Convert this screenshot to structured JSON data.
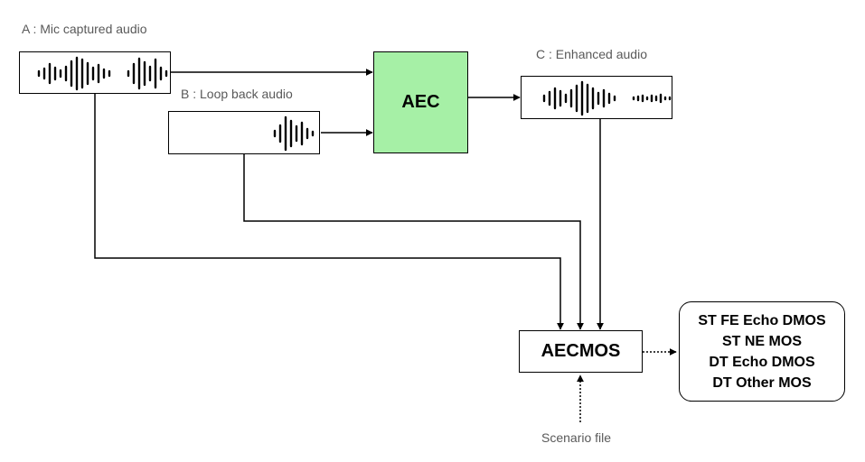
{
  "labels": {
    "mic": "A : Mic captured audio",
    "loopback": "B : Loop back audio",
    "enhanced": "C : Enhanced audio",
    "scenario": "Scenario file"
  },
  "blocks": {
    "aec": "AEC",
    "aecmos": "AECMOS"
  },
  "outputs": [
    "ST FE Echo DMOS",
    "ST NE MOS",
    "DT Echo DMOS",
    "DT Other MOS"
  ],
  "colors": {
    "aec_fill": "#a6f0a6",
    "stroke": "#000000",
    "label_text": "#595959"
  },
  "icons": [
    "waveform-icon"
  ]
}
